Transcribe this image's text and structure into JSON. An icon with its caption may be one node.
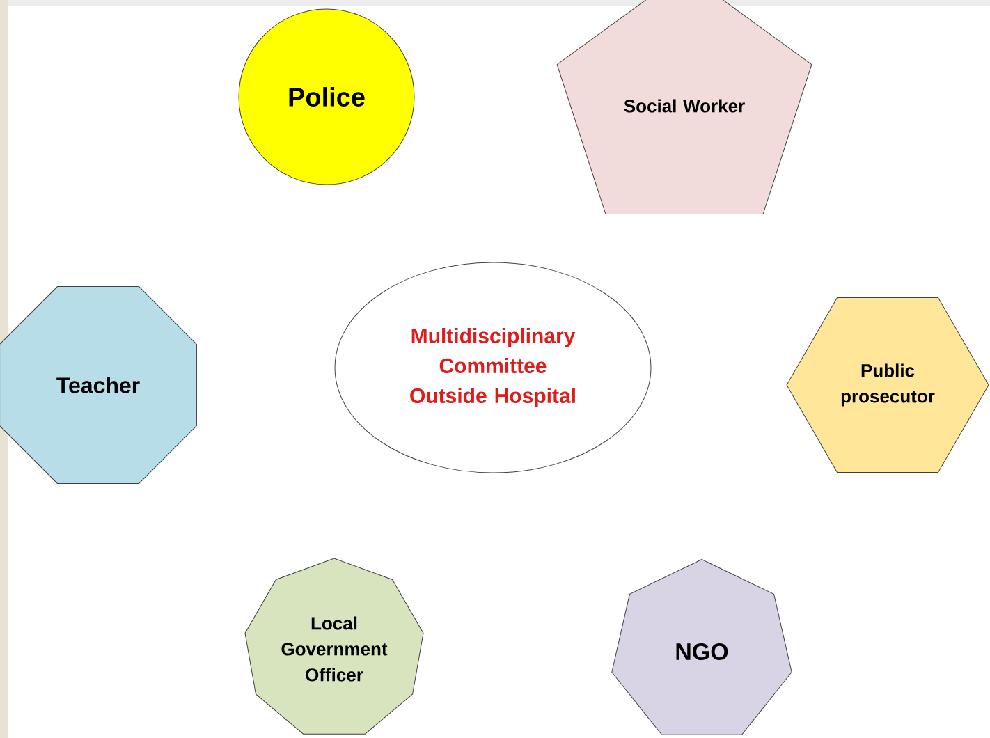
{
  "diagram": {
    "nodes": [
      {
        "text": [
          "Police"
        ]
      },
      {
        "text": [
          "Social Worker"
        ]
      },
      {
        "text": [
          "Teacher"
        ]
      },
      {
        "text": [
          "Multidisciplinary Committee Outside Hospital"
        ]
      },
      {
        "text": [
          "Public prosecutor"
        ]
      },
      {
        "text": [
          "Local Government Officer"
        ]
      },
      {
        "text": [
          "NGO"
        ]
      }
    ]
  }
}
